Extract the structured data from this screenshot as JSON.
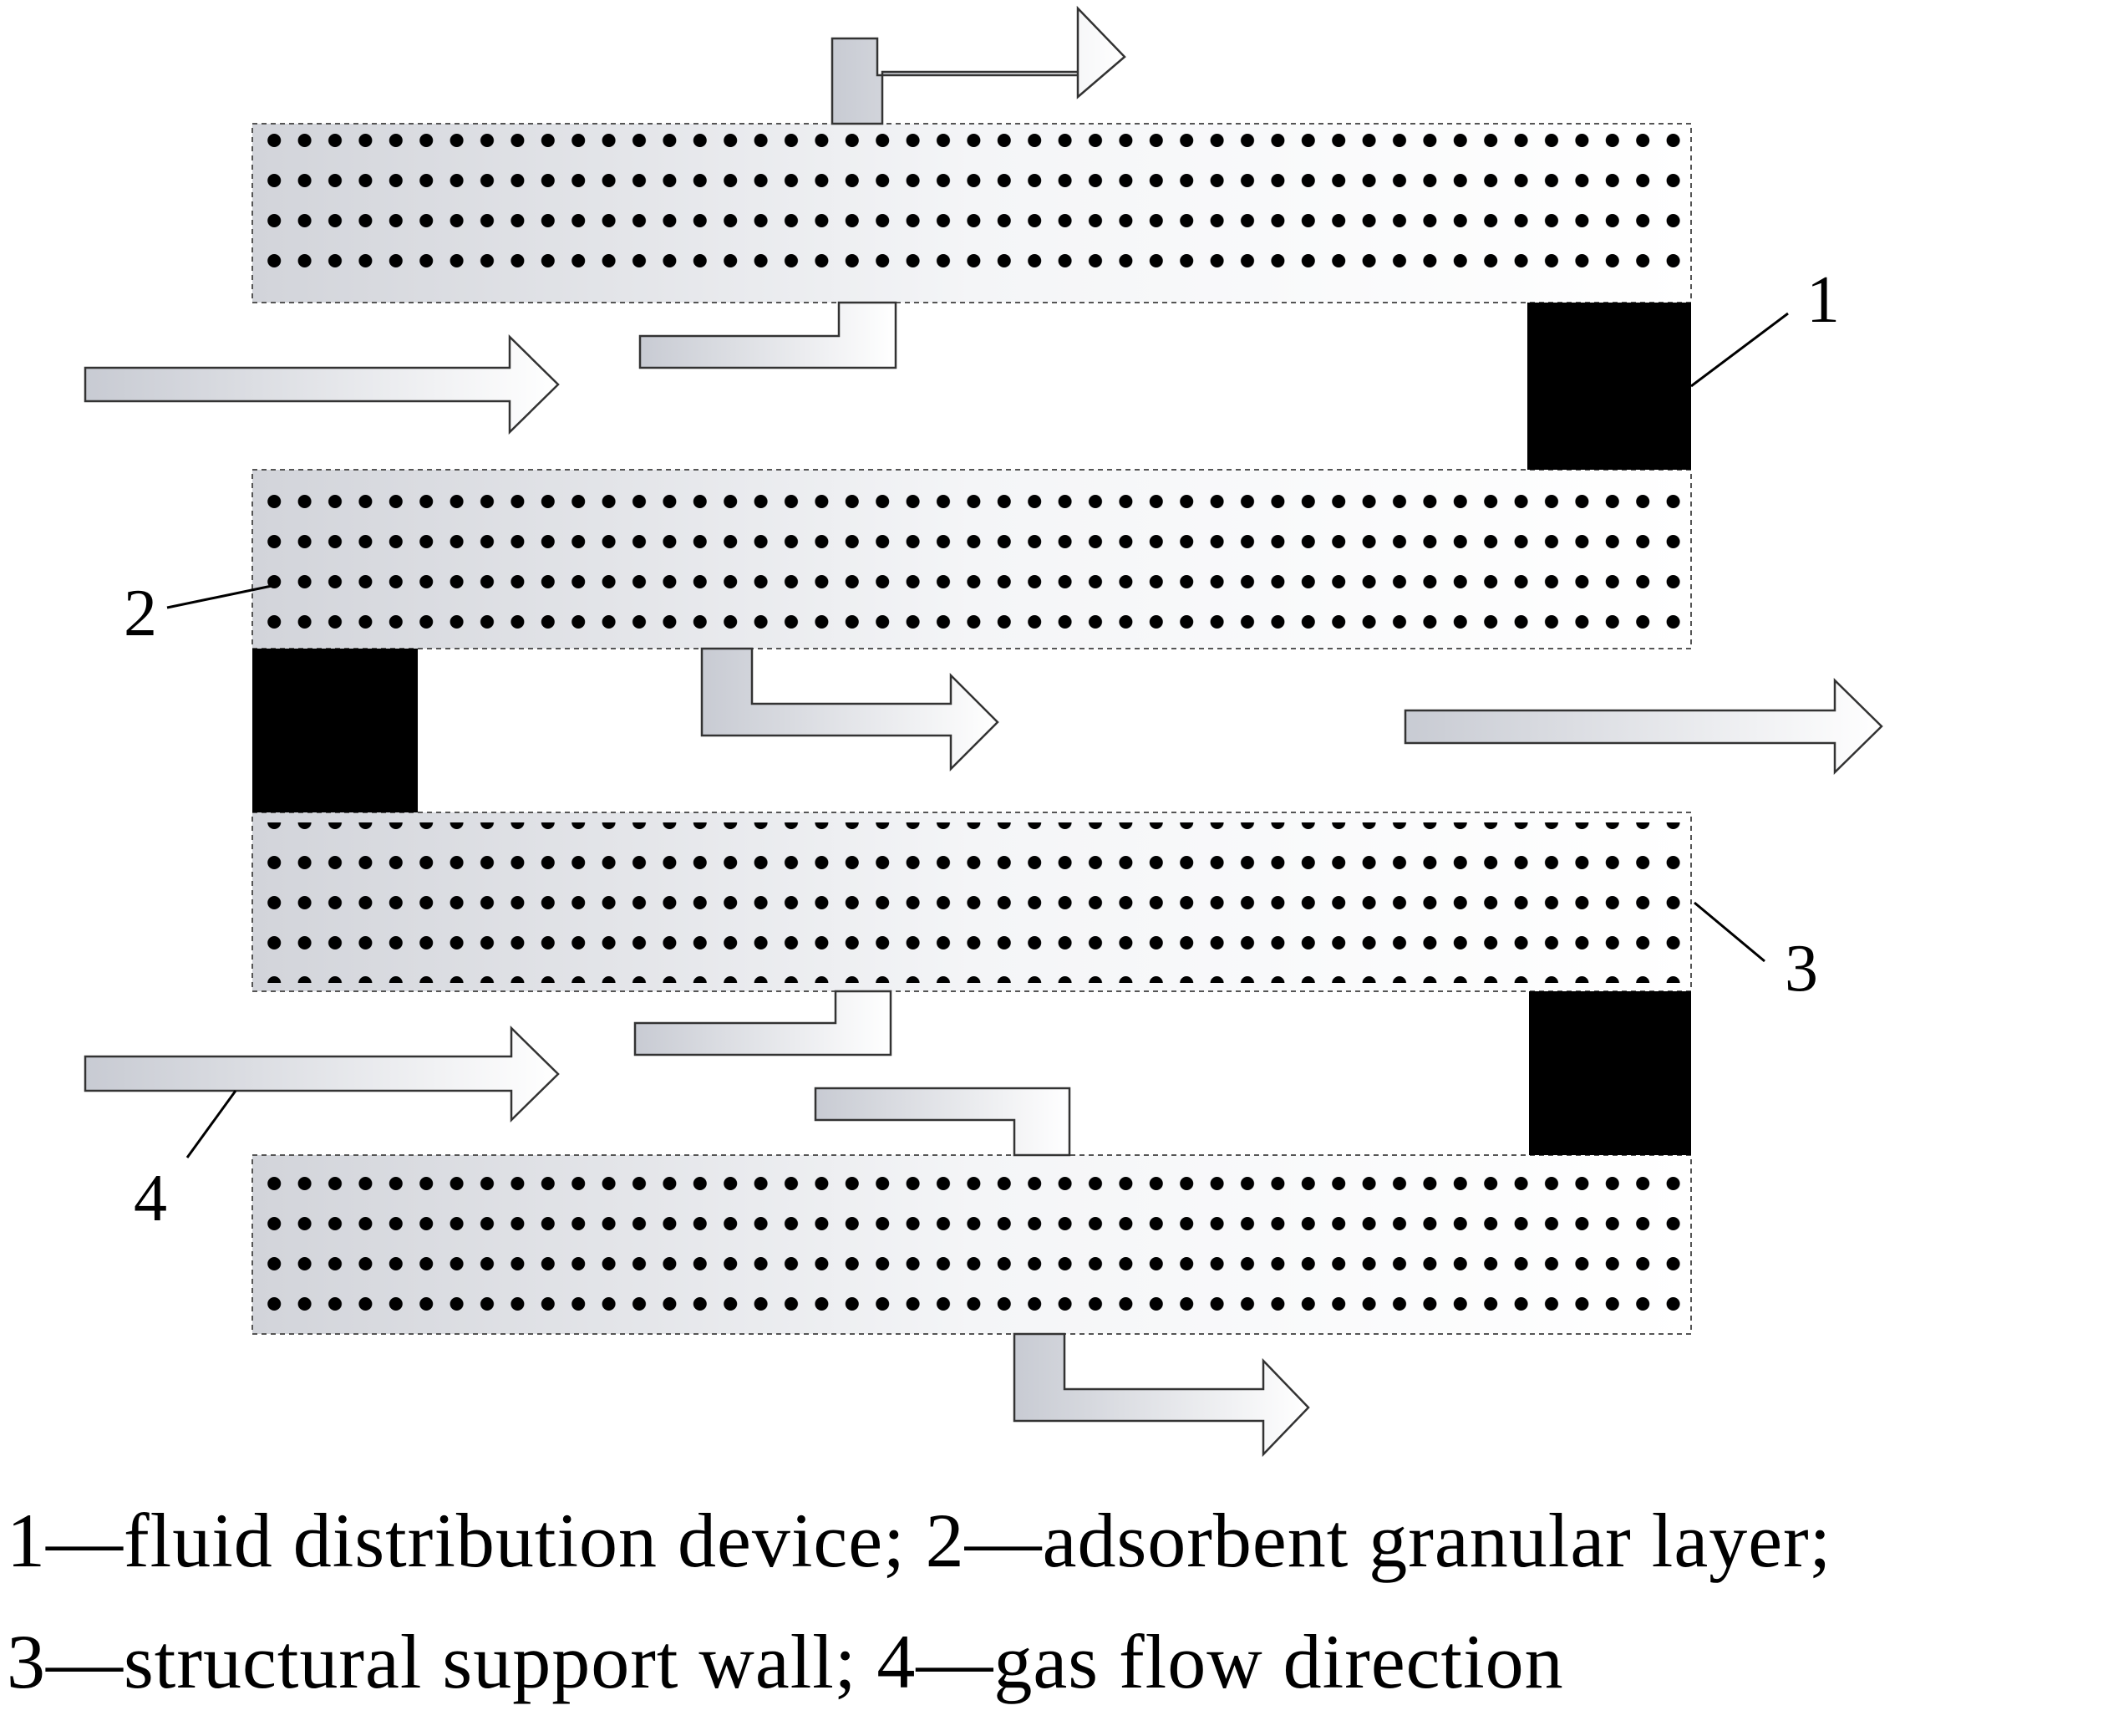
{
  "colors": {
    "block": "#000000",
    "dot": "#000000",
    "layer_border": "#555555",
    "arrow_stroke": "#333333",
    "arrow_fill_start": "#c8cbd3",
    "arrow_fill_end": "#ffffff"
  },
  "labels": {
    "n1": "1",
    "n2": "2",
    "n3": "3",
    "n4": "4"
  },
  "caption": {
    "line1": "1—fluid distribution device; 2—adsorbent granular layer;",
    "line2": "3—structural support wall; 4—gas flow direction"
  }
}
